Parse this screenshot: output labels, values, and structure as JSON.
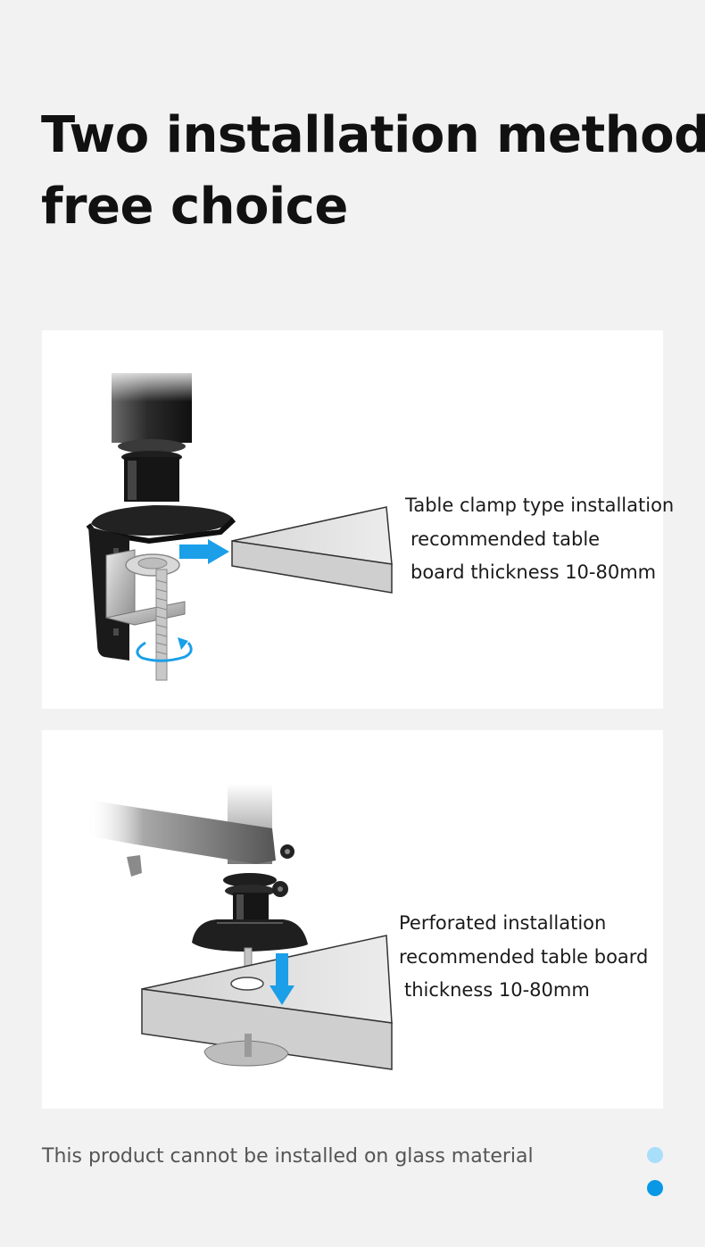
{
  "headline": {
    "line1": "Two installation methods",
    "line2": "free choice"
  },
  "clamp_panel": {
    "caption_line1": "Table clamp type installation",
    "caption_line2": "recommended table",
    "caption_line3": "board thickness 10-80mm",
    "arrow_color": "#1a9fe8"
  },
  "perforated_panel": {
    "caption_line1": "Perforated installation",
    "caption_line2": "recommended table board",
    "caption_line3": "thickness 10-80mm",
    "arrow_color": "#1a9fe8"
  },
  "footer": {
    "note": "This product cannot be installed on glass material",
    "indicator_colors": [
      "#a9defa",
      "#0a98e6"
    ]
  }
}
